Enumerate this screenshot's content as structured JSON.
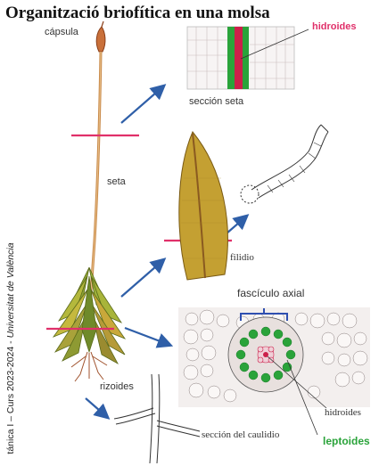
{
  "title": "Organització briofítica en una molsa",
  "labels": {
    "capsula": "cápsula",
    "seta": "seta",
    "rizoides": "rizoides",
    "hidroides_top": "hidroides",
    "seccion_seta": "sección seta",
    "filidio": "filidio",
    "fasciculo_axial": "fascículo axial",
    "hidroides_bottom": "hidroides",
    "leptoides": "leptoides",
    "seccion_caulidio": "sección del caulidio"
  },
  "side_text": {
    "course": "tánica I – Curs 2023-2024 - ",
    "university": "Universitat de València"
  },
  "colors": {
    "cut_line": "#e0306a",
    "arrow": "#2f5fa8",
    "hydroid": "#cc1f4a",
    "leptoid": "#2aa33a",
    "bracket": "#2f4fb0",
    "stem": "#c98a4a",
    "leaf": "#c4a032"
  }
}
